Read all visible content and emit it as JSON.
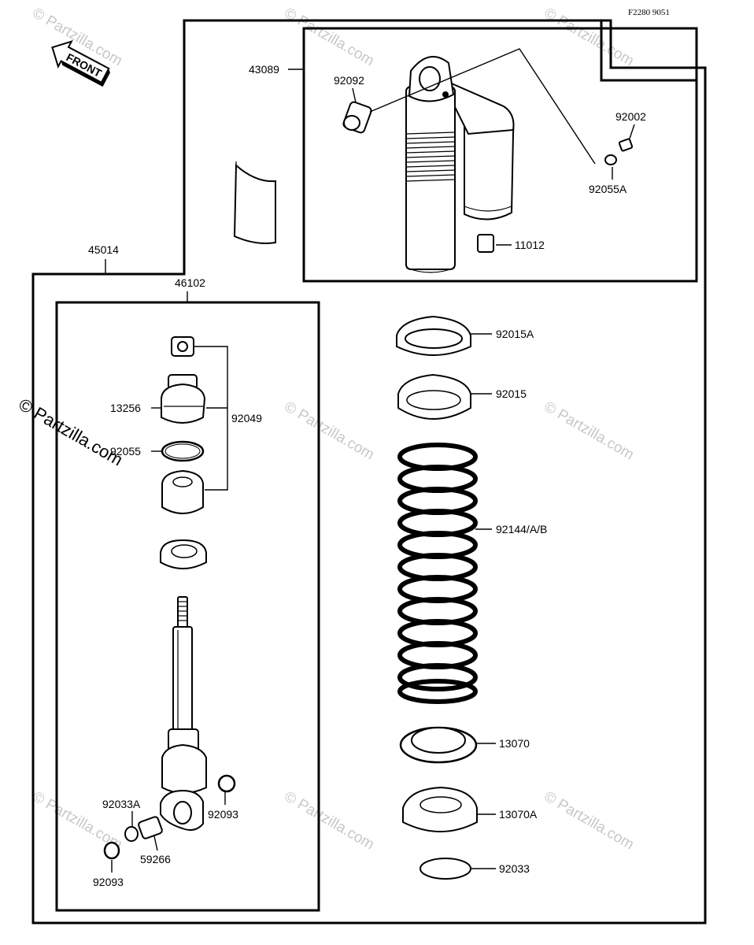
{
  "diagram": {
    "reference_code": "F2280 9051",
    "front_label": "FRONT",
    "watermark": "© Partzilla.com",
    "watermark_overlay": "© Partzilla.com",
    "parts": {
      "p45014": "45014",
      "p43089": "43089",
      "p46102": "46102",
      "p92092": "92092",
      "p92002": "92002",
      "p92055A": "92055A",
      "p11012": "11012",
      "p13256": "13256",
      "p92049": "92049",
      "p92055": "92055",
      "p92015A": "92015A",
      "p92015": "92015",
      "p92144": "92144/A/B",
      "p13070": "13070",
      "p13070A": "13070A",
      "p92033": "92033",
      "p92033A": "92033A",
      "p92093a": "92093",
      "p92093b": "92093",
      "p59266": "59266"
    }
  }
}
